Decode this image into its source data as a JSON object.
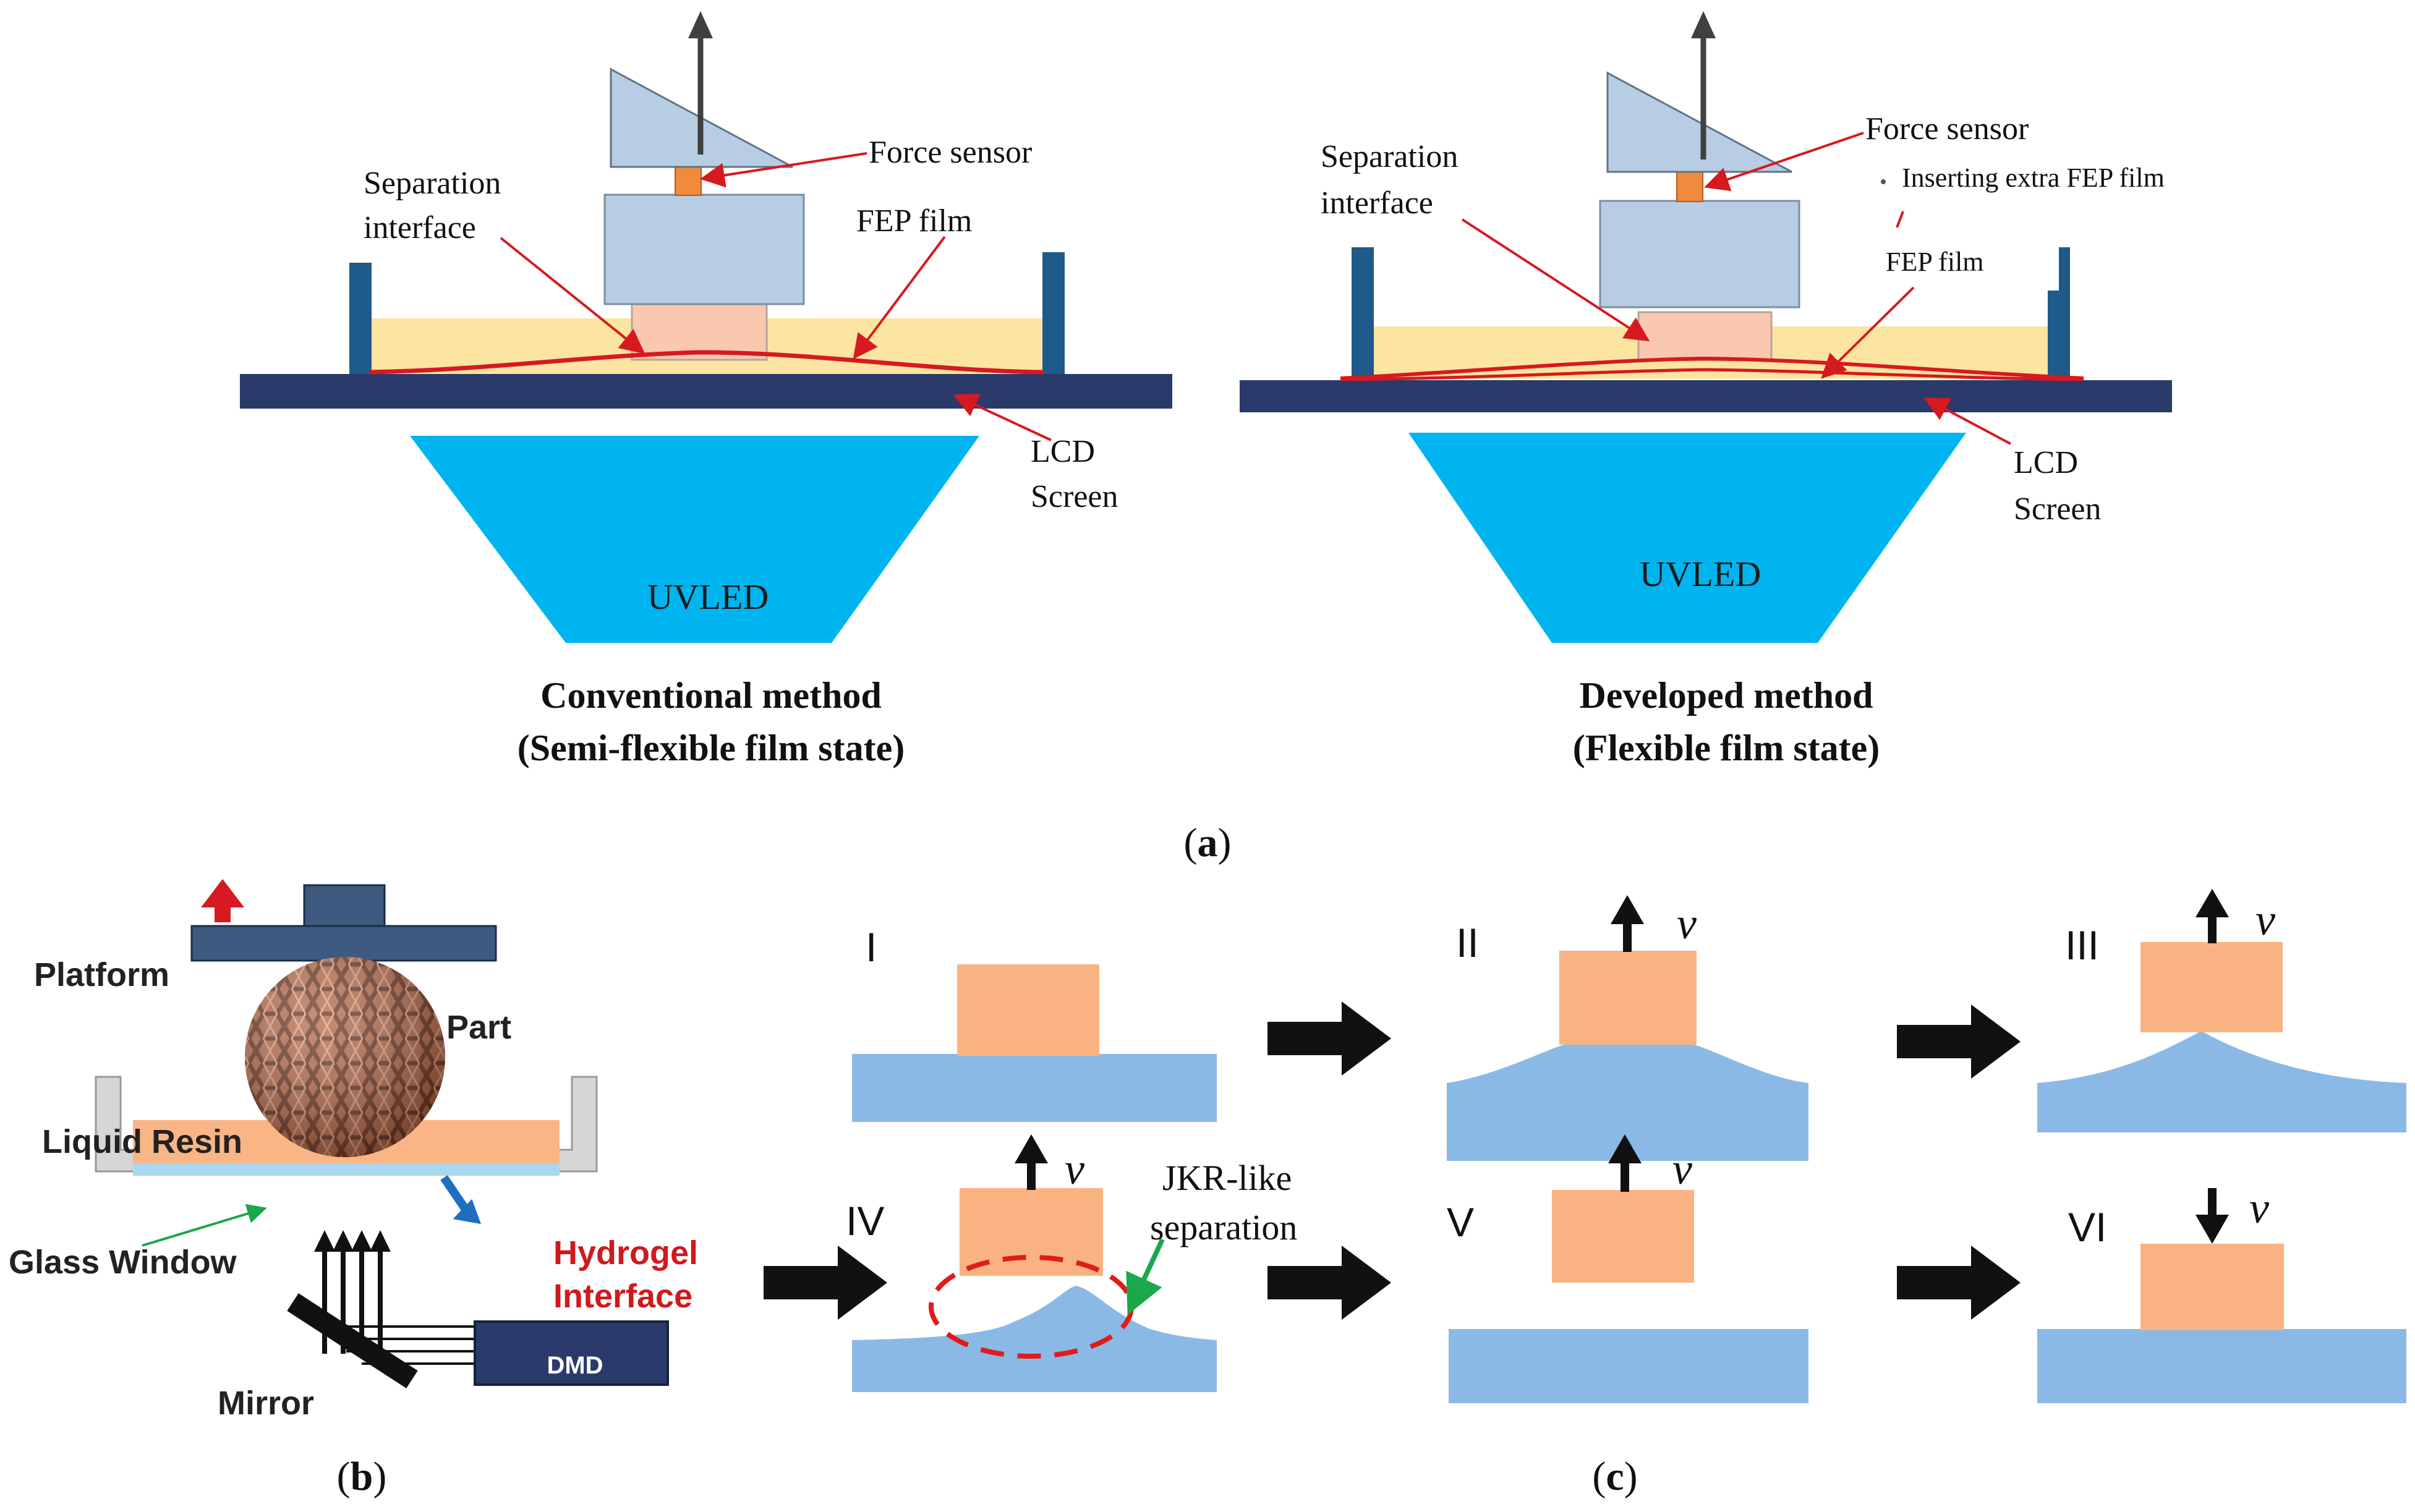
{
  "panel_a": {
    "left": {
      "labels": {
        "force_sensor": "Force sensor",
        "separation_1": "Separation",
        "separation_2": "interface",
        "fep_film": "FEP film",
        "lcd_1": "LCD",
        "lcd_2": "Screen",
        "uvled": "UVLED"
      },
      "caption_1": "Conventional method",
      "caption_2": "(Semi-flexible film state)"
    },
    "right": {
      "labels": {
        "force_sensor": "Force sensor",
        "separation_1": "Separation",
        "separation_2": "interface",
        "inserting": "Inserting extra FEP film",
        "fep_film": "FEP film",
        "lcd_1": "LCD",
        "lcd_2": "Screen",
        "uvled": "UVLED"
      },
      "caption_1": "Developed method",
      "caption_2": "(Flexible film state)"
    },
    "panel_letter": "a"
  },
  "panel_b": {
    "labels": {
      "platform": "Platform",
      "part": "Part",
      "liquid_resin": "Liquid Resin",
      "glass_window": "Glass Window",
      "hydrogel_1": "Hydrogel",
      "hydrogel_2": "Interface",
      "dmd": "DMD",
      "mirror": "Mirror"
    },
    "panel_letter": "b"
  },
  "panel_c": {
    "steps": [
      {
        "numeral": "I",
        "velocity": ""
      },
      {
        "numeral": "II",
        "velocity": "v"
      },
      {
        "numeral": "III",
        "velocity": "v"
      },
      {
        "numeral": "IV",
        "velocity": "v"
      },
      {
        "numeral": "V",
        "velocity": "v"
      },
      {
        "numeral": "VI",
        "velocity": "v"
      }
    ],
    "jkr_1": "JKR-like",
    "jkr_2": "separation",
    "panel_letter": "c"
  },
  "colors": {
    "navy": "#2a3a6b",
    "vat_wall": "#1e5a8a",
    "resin_yellow": "#fbe5a0",
    "uvled_blue": "#00b4ef",
    "housing_blue": "#b7cde4",
    "part_peach": "#f9c8ae",
    "sensor_orange": "#f08a3c",
    "film_red": "#d71920",
    "platform_blue": "#3e5a80",
    "resin_orange": "#f9b585",
    "glass_light": "#a9d7f0",
    "vat_gray": "#d6d6d6",
    "sphere_brown": "#b5694a",
    "gel_blue": "#8ab9e6",
    "block_orange": "#f9b382",
    "hydrogel_red": "#d0191c",
    "arrow_blue": "#1f6fc0",
    "annot_green": "#1aa84a"
  }
}
